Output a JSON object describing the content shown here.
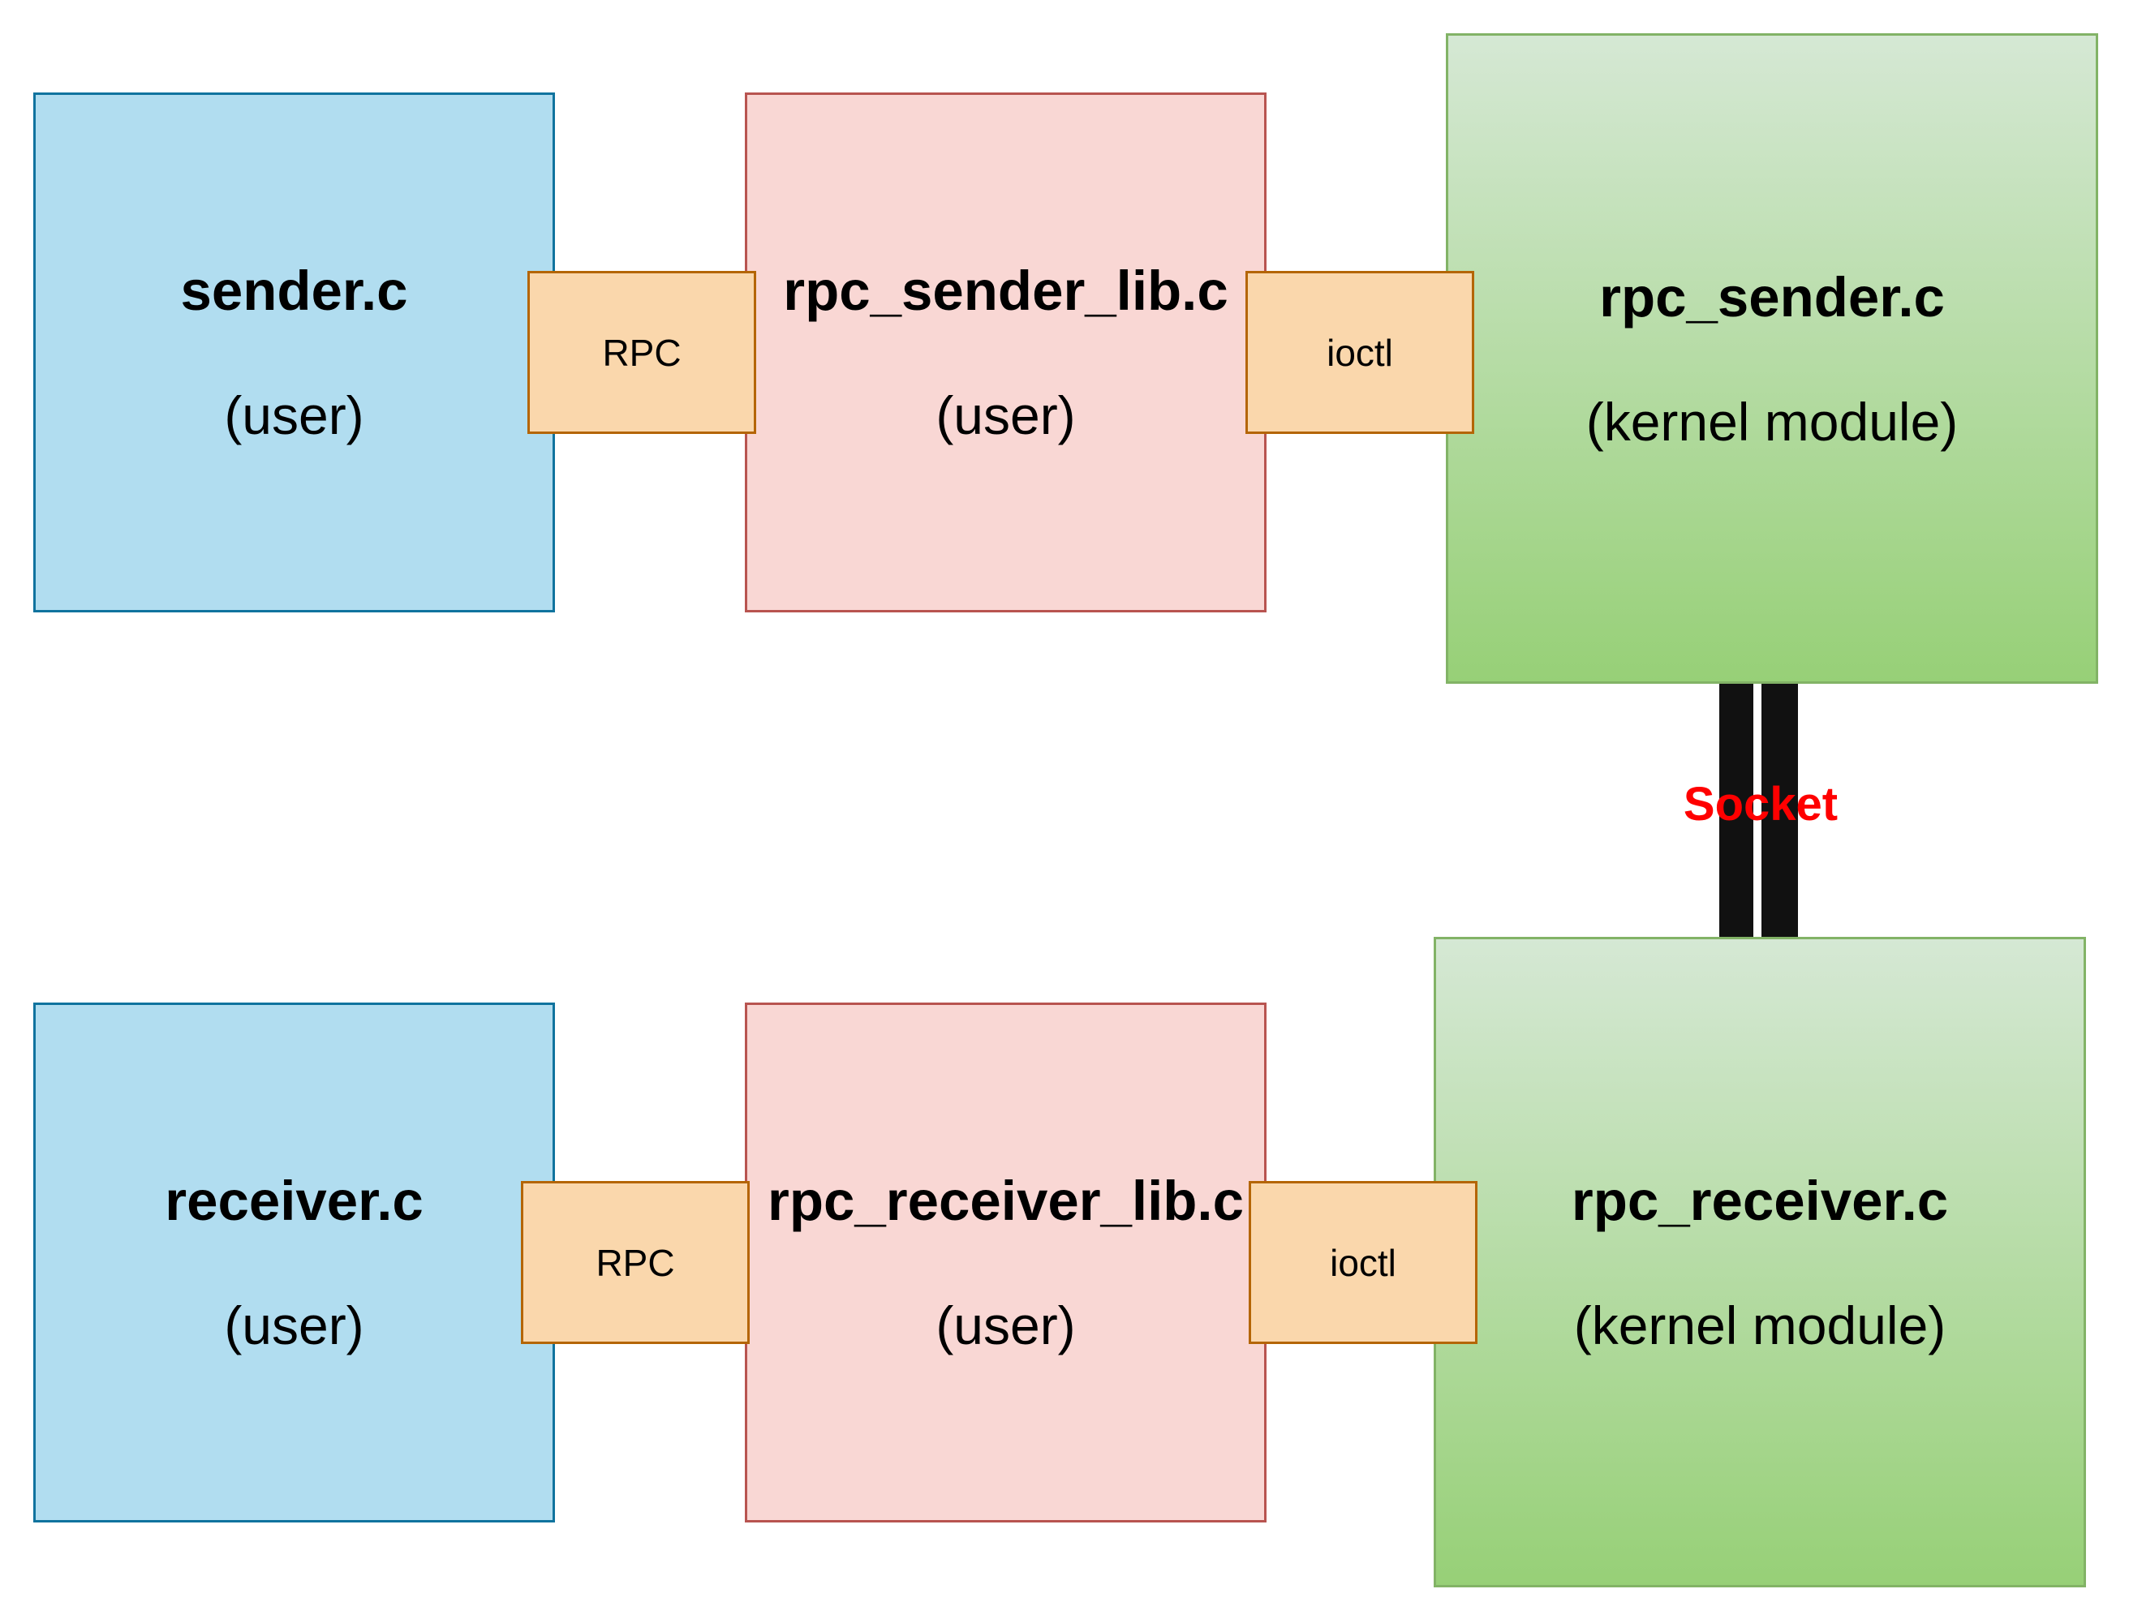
{
  "diagram": {
    "sender_side": {
      "app": {
        "name": "sender.c",
        "role": "(user)"
      },
      "app_link": "RPC",
      "lib": {
        "name": "rpc_sender_lib.c",
        "role": "(user)"
      },
      "lib_link": "ioctl",
      "module": {
        "name": "rpc_sender.c",
        "role": "(kernel module)"
      }
    },
    "receiver_side": {
      "app": {
        "name": "receiver.c",
        "role": "(user)"
      },
      "app_link": "RPC",
      "lib": {
        "name": "rpc_receiver_lib.c",
        "role": "(user)"
      },
      "lib_link": "ioctl",
      "module": {
        "name": "rpc_receiver.c",
        "role": "(kernel module)"
      }
    },
    "module_connection": "Socket",
    "colors": {
      "user_app_fill": "#b1ddf0",
      "user_app_stroke": "#10739e",
      "lib_fill": "#f9d7d4",
      "lib_stroke": "#b85450",
      "module_fill_top": "#d5e8d4",
      "module_fill_bottom": "#97d077",
      "module_stroke": "#82b366",
      "link_fill": "#fad7ac",
      "link_stroke": "#b46504",
      "socket_line": "#111111",
      "socket_label": "#ff0000"
    }
  }
}
